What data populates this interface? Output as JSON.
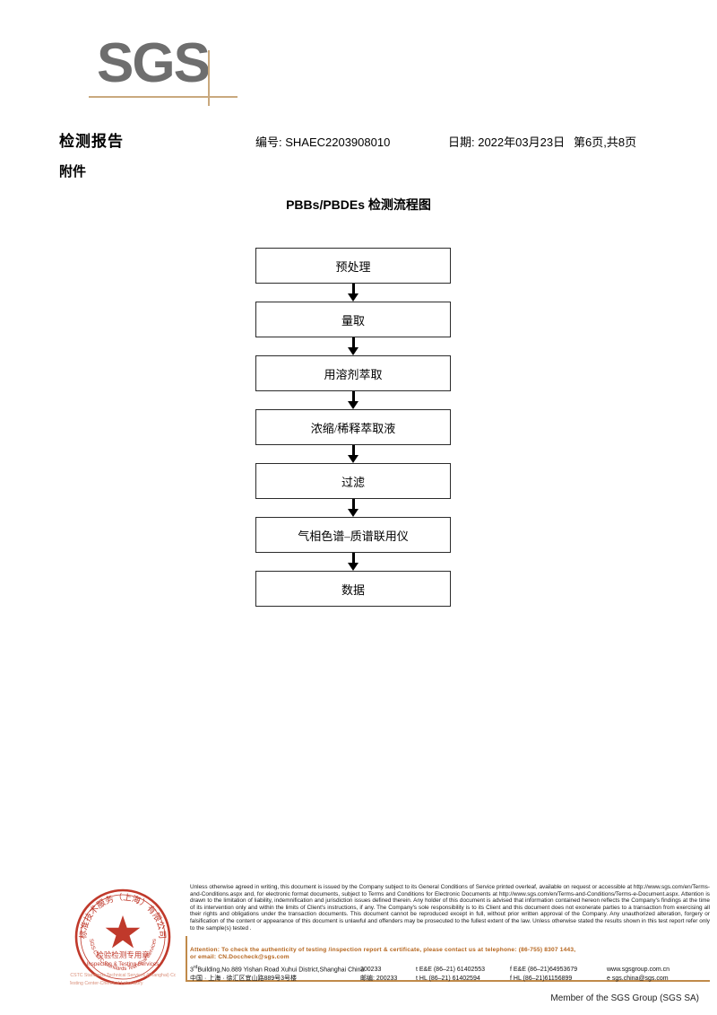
{
  "logo": {
    "text": "SGS",
    "rule_color": "#c9a97e",
    "text_color": "#6e6e6e"
  },
  "header": {
    "title": "检测报告",
    "subtitle": "附件",
    "report_no": "编号: SHAEC2203908010",
    "date": "日期: 2022年03月23日",
    "page": "第6页,共8页"
  },
  "flowchart": {
    "title": "PBBs/PBDEs 检测流程图",
    "nodes": [
      {
        "label": "预处理"
      },
      {
        "label": "量取"
      },
      {
        "label": "用溶剂萃取"
      },
      {
        "label": "浓缩/稀释萃取液"
      },
      {
        "label": "过滤"
      },
      {
        "label": "气相色谱–质谱联用仪"
      },
      {
        "label": "数据"
      }
    ]
  },
  "stamp": {
    "outer_text_cn": "标准技术服务（上海）有限公司",
    "outer_text_en": "SGS-CSTC Standards Technical Services",
    "center_line1": "检验检测专用章",
    "center_line2": "Inspection & Testing Services",
    "color": "#c0392b"
  },
  "stamp_caption": {
    "line1": "SGS-CSTC Standards Technical Services (Shanghai) Co.,Ltd.",
    "line2": "Testing Center-Chemical Laboratory"
  },
  "footer": {
    "legal": "Unless otherwise agreed in writing, this document is issued by the Company subject to its General Conditions of Service printed overleaf, available on request or accessible at http://www.sgs.com/en/Terms-and-Conditions.aspx and, for electronic format documents, subject to Terms and Conditions for Electronic Documents at http://www.sgs.com/en/Terms-and-Conditions/Terms-e-Document.aspx. Attention is drawn to the limitation of liability, indemnification and jurisdiction issues defined therein. Any holder of this document is advised that information contained hereon reflects the Company's findings at the time of its intervention only and within the limits of Client's instructions, if any. The Company's sole responsibility is to its Client and this document does not exonerate parties to a transaction from exercising all their rights and obligations under the transaction documents. This document cannot be reproduced except in full, without prior written approval of the Company. Any unauthorized alteration, forgery or falsification of the content or appearance of this document is unlawful and offenders may be prosecuted to the fullest extent of the law. Unless otherwise stated the results shown in this test report refer only to the sample(s) tested .",
    "attention_line1": "Attention: To check the authenticity of testing /inspection report & certificate, please contact us at telephone: (86-755) 8307 1443,",
    "attention_line2": "or email: CN.Doccheck@sgs.com",
    "attention_color": "#b5651d",
    "address_en": "Building,No.889 Yishan Road Xuhui District,Shanghai China",
    "address_en_prefix": "3",
    "address_en_sup": "rd",
    "postcode_en": "200233",
    "address_cn": "中国 · 上海 · 徐汇区宜山路889号3号楼",
    "postcode_cn_label": "邮编:",
    "postcode_cn": "200233",
    "tel_ee": "t E&E (86–21) 61402553",
    "fax_ee": "f E&E (86–21)64953679",
    "website": "www.sgsgroup.com.cn",
    "tel_hl": "t HL (86–21) 61402594",
    "fax_hl": "f HL (86–21)61156899",
    "email_label": "e",
    "email": "sgs.china@sgs.com",
    "member": "Member of the SGS Group (SGS SA)",
    "rule_color": "#c08a4a"
  }
}
